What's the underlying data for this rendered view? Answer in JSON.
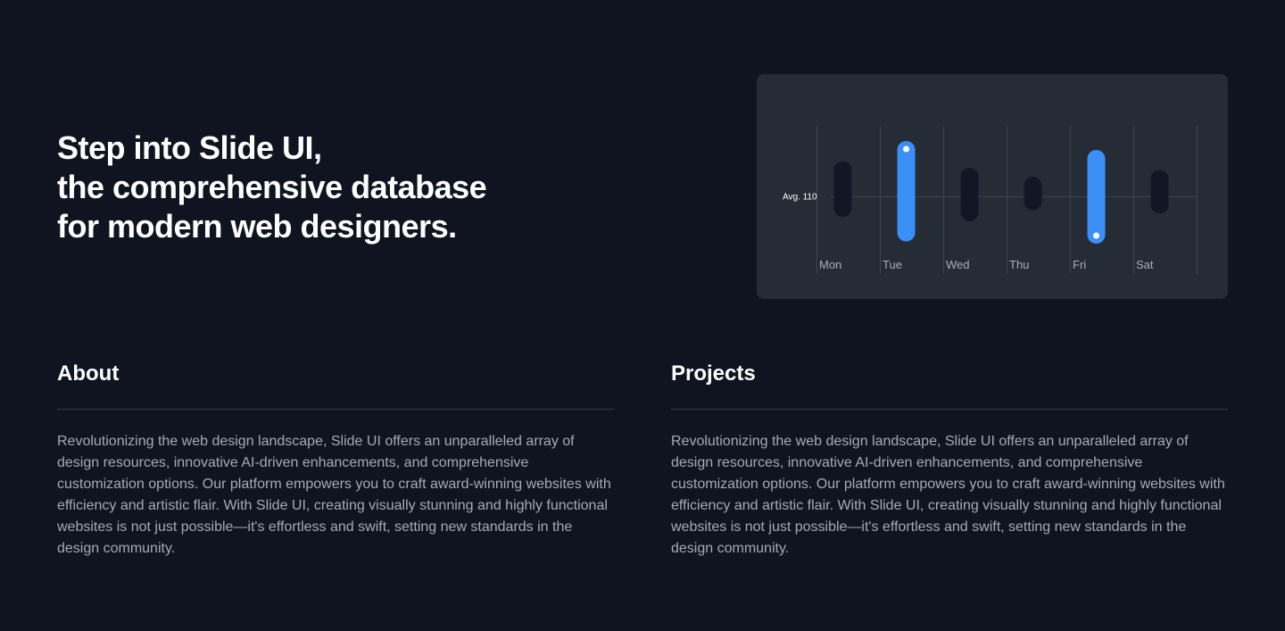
{
  "hero": {
    "lines": [
      "Step into Slide UI,",
      "the comprehensive database",
      "for modern web designers."
    ]
  },
  "chart_data": {
    "type": "bar",
    "categories": [
      "Mon",
      "Tue",
      "Wed",
      "Thu",
      "Fri",
      "Sat"
    ],
    "series": [
      {
        "low": [
          92,
          70,
          88,
          98,
          68,
          95
        ],
        "high": [
          142,
          160,
          136,
          128,
          152,
          134
        ]
      }
    ],
    "highlighted": [
      "Tue",
      "Fri"
    ],
    "avg_label": "Avg. 110",
    "avg": 110,
    "ylim": [
      60,
      180
    ],
    "colors": {
      "bar": "#111726",
      "highlight": "#3b8ff6",
      "dot": "#ffffff",
      "grid": "#3d444f",
      "label": "#a8afba",
      "avg_label": "#ffffff"
    }
  },
  "about": {
    "title": "About",
    "body": "Revolutionizing the web design landscape, Slide UI offers an unparalleled array of design resources, innovative AI-driven enhancements, and comprehensive customization options. Our platform empowers you to craft award-winning websites with efficiency and artistic flair. With Slide UI, creating visually stunning and highly functional websites is not just possible—it's effortless and swift, setting new standards in the design community."
  },
  "projects": {
    "title": "Projects",
    "body": "Revolutionizing the web design landscape, Slide UI offers an unparalleled array of design resources, innovative AI-driven enhancements, and comprehensive customization options. Our platform empowers you to craft award-winning websites with efficiency and artistic flair. With Slide UI, creating visually stunning and highly functional websites is not just possible—it's effortless and swift, setting new standards in the design community."
  }
}
